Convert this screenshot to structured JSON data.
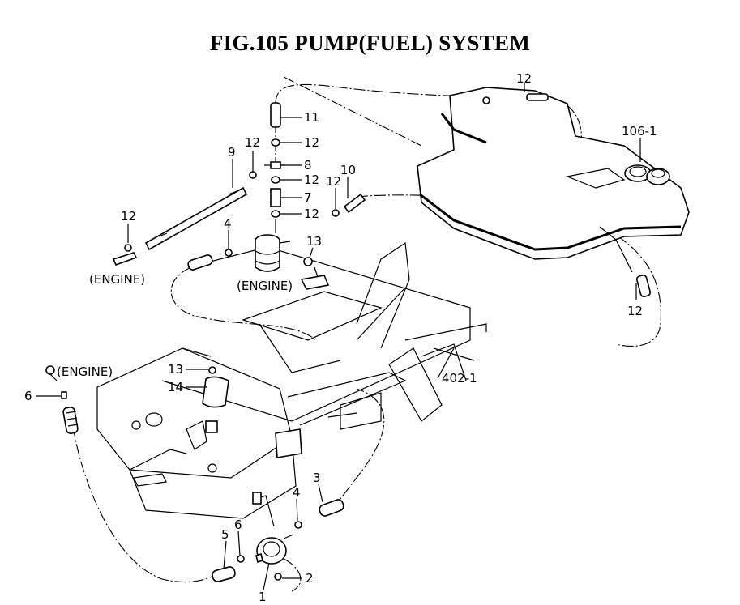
{
  "title": "FIG.105  PUMP(FUEL) SYSTEM",
  "labels": {
    "tank_top_12": "12",
    "tank": "106-1",
    "tank_bottom_12": "12",
    "frame": "402-1",
    "p11": "11",
    "p12_a": "12",
    "p8": "8",
    "p12_b": "12",
    "p7": "7",
    "p12_c": "12",
    "p9": "9",
    "p12_9": "12",
    "p12_10": "12",
    "p10": "10",
    "p12_left": "12",
    "engine_left": "(ENGINE)",
    "p4_top": "4",
    "p13_top": "13",
    "engine_mid": "(ENGINE)",
    "engine_low": "(ENGINE)",
    "p6_left": "6",
    "p13_low": "13",
    "p14": "14",
    "p3": "3",
    "p4_low": "4",
    "p5": "5",
    "p6_low": "6",
    "p2": "2",
    "p1": "1"
  },
  "colors": {
    "line": "#000000",
    "background": "#ffffff"
  }
}
